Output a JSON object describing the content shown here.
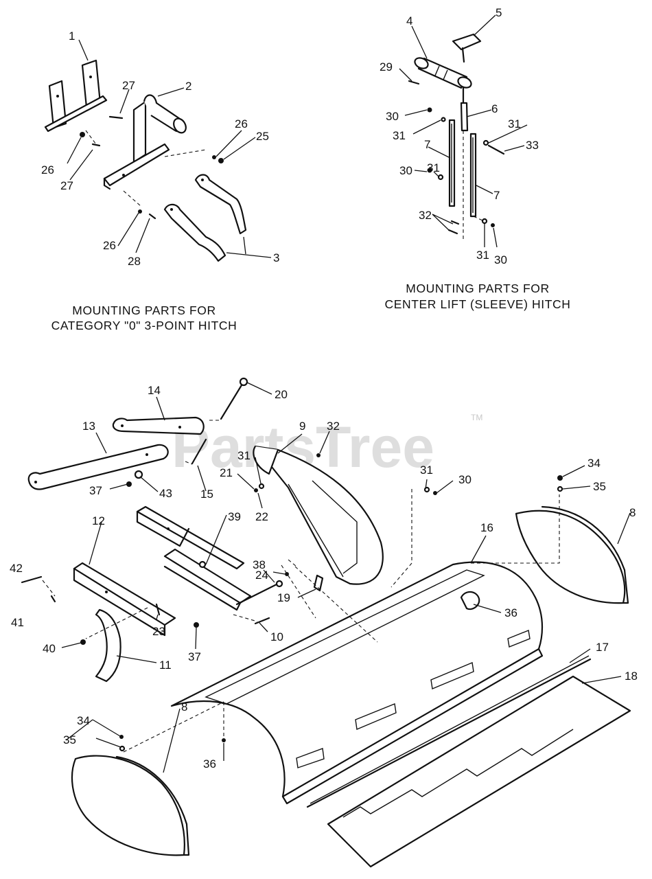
{
  "captions": {
    "three_point_line1": "MOUNTING PARTS FOR",
    "three_point_line2": "CATEGORY \"0\" 3-POINT HITCH",
    "sleeve_line1": "MOUNTING PARTS FOR",
    "sleeve_line2": "CENTER LIFT (SLEEVE) HITCH"
  },
  "watermark": {
    "brand": "PartsTree",
    "tm": "TM"
  },
  "callouts": {
    "c1": "1",
    "c2": "2",
    "c3": "3",
    "c25": "25",
    "c26a": "26",
    "c26b": "26",
    "c26c": "26",
    "c27a": "27",
    "c27b": "27",
    "c28": "28",
    "c4": "4",
    "c5": "5",
    "c6": "6",
    "c7a": "7",
    "c7b": "7",
    "c29": "29",
    "c30a": "30",
    "c30b": "30",
    "c30c": "30",
    "c31a": "31",
    "c31b": "31",
    "c31c": "31",
    "c31d": "31",
    "c32a": "32",
    "c33": "33",
    "c14": "14",
    "c20": "20",
    "c13": "13",
    "c9": "9",
    "c32b": "32",
    "c31e": "31",
    "c21": "21",
    "c22": "22",
    "c15": "15",
    "c37a": "37",
    "c43": "43",
    "c34a": "34",
    "c35a": "35",
    "c8a": "8",
    "c31f": "31",
    "c30d": "30",
    "c12": "12",
    "c39": "39",
    "c24": "24",
    "c16": "16",
    "c38": "38",
    "c42": "42",
    "c19": "19",
    "c36a": "36",
    "c41": "41",
    "c23": "23",
    "c10": "10",
    "c40": "40",
    "c37b": "37",
    "c11": "11",
    "c17": "17",
    "c18": "18",
    "c34b": "34",
    "c35b": "35",
    "c8b": "8",
    "c36b": "36"
  }
}
